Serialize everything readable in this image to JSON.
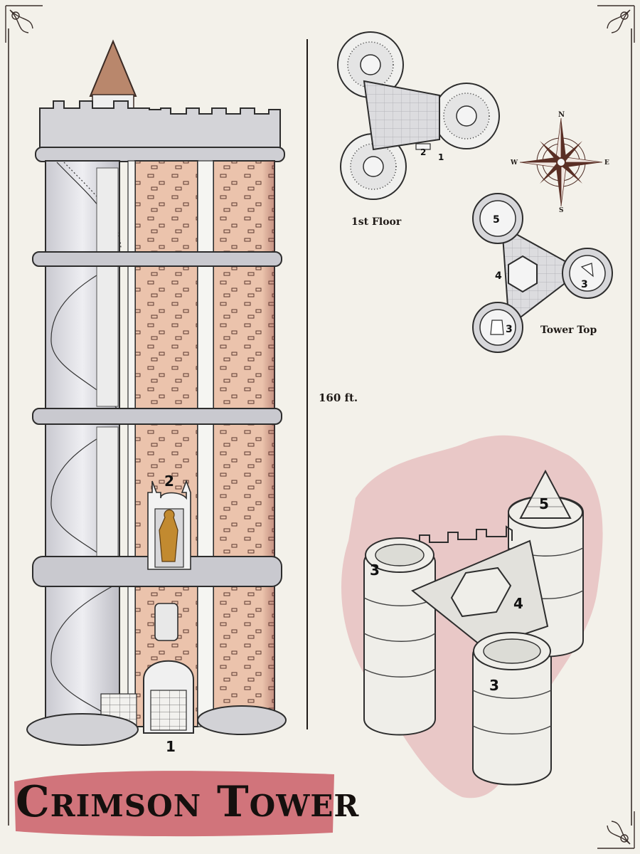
{
  "title": "Crimson Tower",
  "height_label": "160 ft.",
  "plans": {
    "first_floor": {
      "label": "1st Floor",
      "keys": [
        "2",
        "1"
      ]
    },
    "tower_top": {
      "label": "Tower Top",
      "keys": [
        "5",
        "4",
        "3",
        "3"
      ]
    }
  },
  "elevation_keys": [
    "2",
    "1"
  ],
  "iso_keys": [
    "5",
    "3",
    "4",
    "3"
  ],
  "compass": {
    "n": "N",
    "s": "S",
    "e": "E",
    "w": "W"
  },
  "colors": {
    "parchment": "#f3f1ea",
    "brick": "#e9bfa8",
    "crimson_wash": "#d9a5a8",
    "stone": "#d9d9dc",
    "ink": "#1f1a17"
  }
}
